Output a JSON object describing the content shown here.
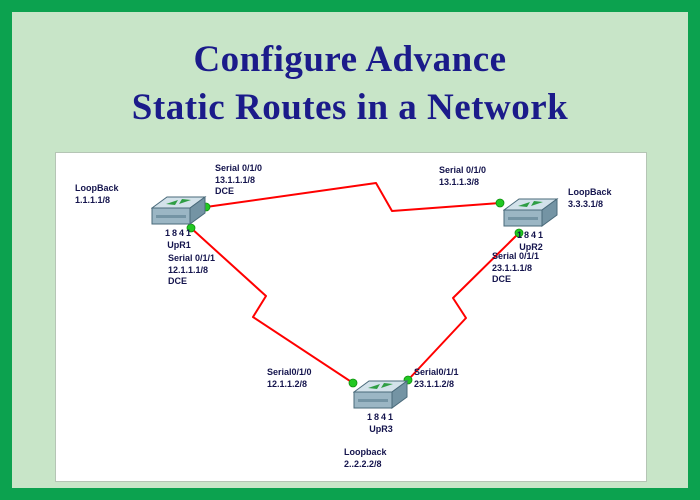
{
  "title": {
    "line1": "Configure Advance",
    "line2": "Static Routes in a Network"
  },
  "colors": {
    "frame_green": "#0ca24f",
    "banner_green": "#c8e5c8",
    "title_blue": "#1b1b8a",
    "link_red": "#ff0000",
    "port_up_green": "#22c822"
  },
  "diagram": {
    "routers": [
      {
        "model": "1841",
        "name": "UpR1"
      },
      {
        "model": "1841",
        "name": "UpR2"
      },
      {
        "model": "1841",
        "name": "UpR3"
      }
    ],
    "labels": {
      "r1_loopback": "LoopBack\n1.1.1.1/8",
      "r1_serial_top": "Serial 0/1/0\n13.1.1.1/8\nDCE",
      "r1_serial_bottom": "Serial 0/1/1\n12.1.1.1/8\nDCE",
      "r2_serial_top": "Serial 0/1/0\n13.1.1.3/8",
      "r2_loopback": "LoopBack\n3.3.3.1/8",
      "r2_serial_bottom": "Serial 0/1/1\n23.1.1.1/8\nDCE",
      "r3_serial_left": "Serial0/1/0\n12.1.1.2/8",
      "r3_serial_right": "Serial0/1/1\n23.1.1.2/8",
      "r3_loopback": "Loopback\n2..2.2.2/8"
    }
  }
}
